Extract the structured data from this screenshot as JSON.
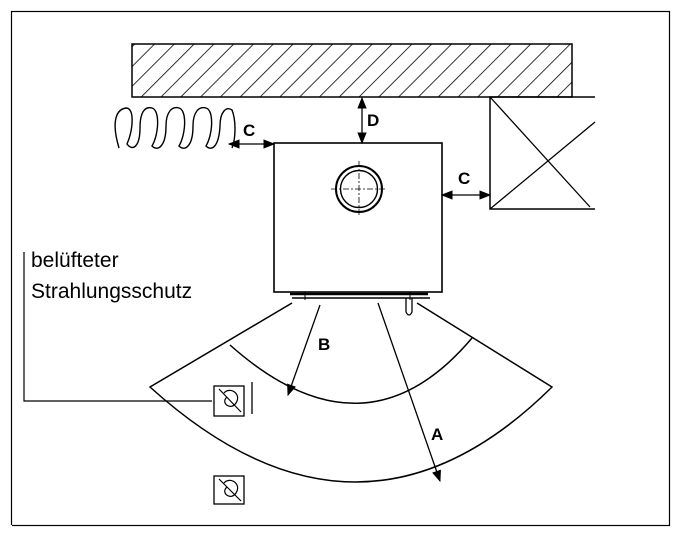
{
  "labels": {
    "A": "A",
    "B": "B",
    "C_left": "C",
    "C_right": "C",
    "D": "D",
    "note_line1": "belüfteter",
    "note_line2": "Strahlungsschutz"
  },
  "icons": {
    "inner_zone": "no-furniture-icon",
    "outer_zone": "no-furniture-icon"
  },
  "colors": {
    "ink": "#000000",
    "background": "#ffffff"
  }
}
